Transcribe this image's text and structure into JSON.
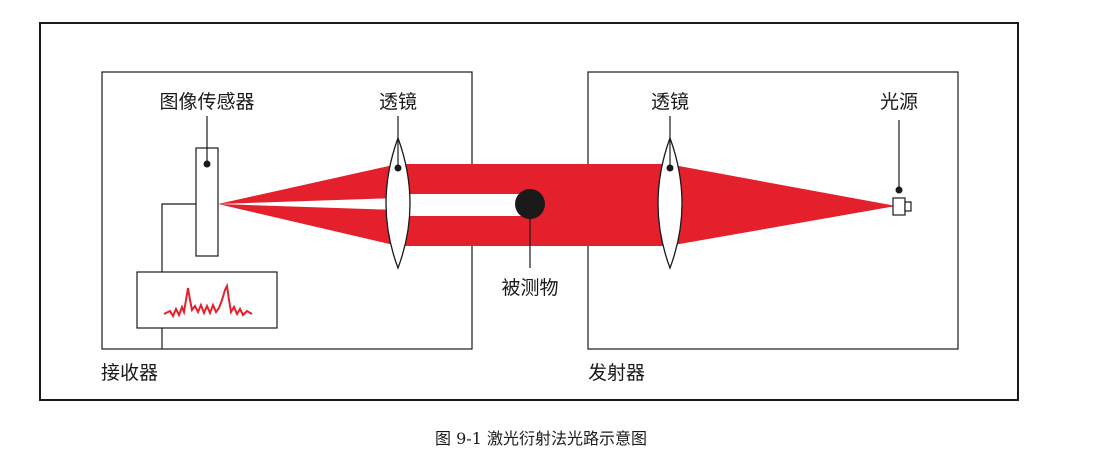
{
  "labels": {
    "image_sensor": "图像传感器",
    "lens_left": "透镜",
    "lens_right": "透镜",
    "light_source": "光源",
    "object": "被测物",
    "receiver": "接收器",
    "emitter": "发射器"
  },
  "caption": "图 9-1 激光衍射法光路示意图",
  "colors": {
    "beam": "#e3202b",
    "outline": "#1a1a1a",
    "background": "#ffffff"
  }
}
